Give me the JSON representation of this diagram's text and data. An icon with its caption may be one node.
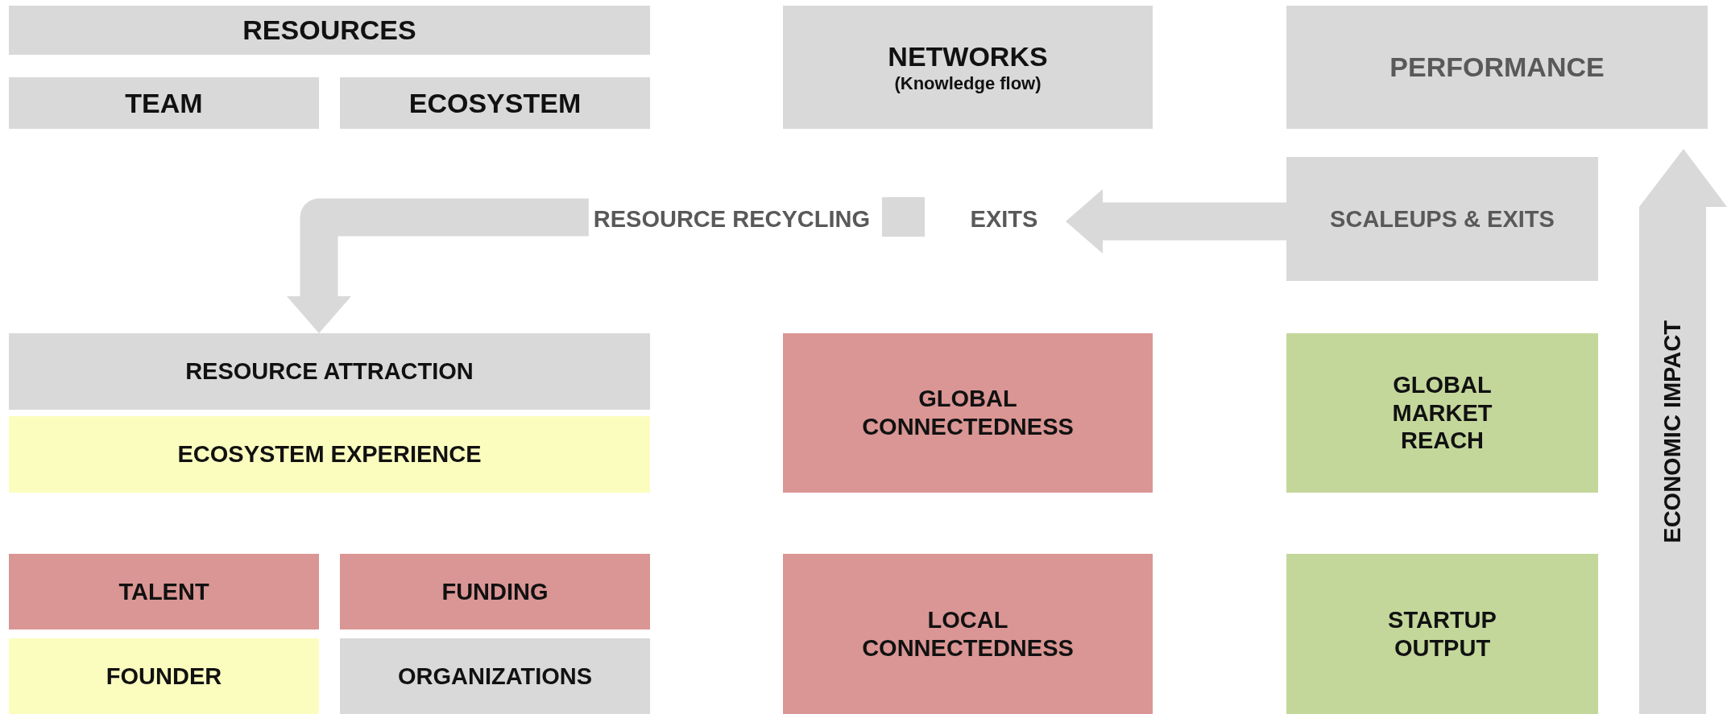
{
  "diagram": {
    "nodes": [
      {
        "text": [
          "RESOURCES"
        ]
      },
      {
        "text": [
          "NETWORKS",
          "(Knowledge flow)"
        ]
      },
      {
        "text": [
          "PERFORMANCE"
        ]
      },
      {
        "text": [
          "TEAM"
        ]
      },
      {
        "text": [
          "ECOSYSTEM"
        ]
      },
      {
        "text": [
          "RESOURCE RECYCLING"
        ]
      },
      {
        "text": [],
        "shape": "box"
      },
      {
        "text": [
          "EXITS"
        ]
      },
      {
        "text": [
          "SCALEUPS & EXITS"
        ]
      },
      {
        "text": [
          "ECONOMIC IMPACT"
        ]
      },
      {
        "text": [
          "RESOURCE ATTRACTION"
        ]
      },
      {
        "text": [
          "GLOBAL CONNECTEDNESS"
        ]
      },
      {
        "text": [
          "GLOBAL MARKET REACH"
        ]
      },
      {
        "text": [
          "ECOSYSTEM EXPERIENCE"
        ]
      },
      {
        "text": [
          "TALENT"
        ]
      },
      {
        "text": [
          "FUNDING"
        ]
      },
      {
        "text": [
          "LOCAL CONNECTEDNESS"
        ]
      },
      {
        "text": [
          "STARTUP OUTPUT"
        ]
      },
      {
        "text": [
          "FOUNDER"
        ]
      },
      {
        "text": [
          "ORGANIZATIONS"
        ]
      }
    ],
    "edges": [
      {
        "from": 8,
        "to": 7,
        "arrow": "to"
      },
      {
        "from": 5,
        "to": 10,
        "arrow": "to"
      }
    ]
  }
}
